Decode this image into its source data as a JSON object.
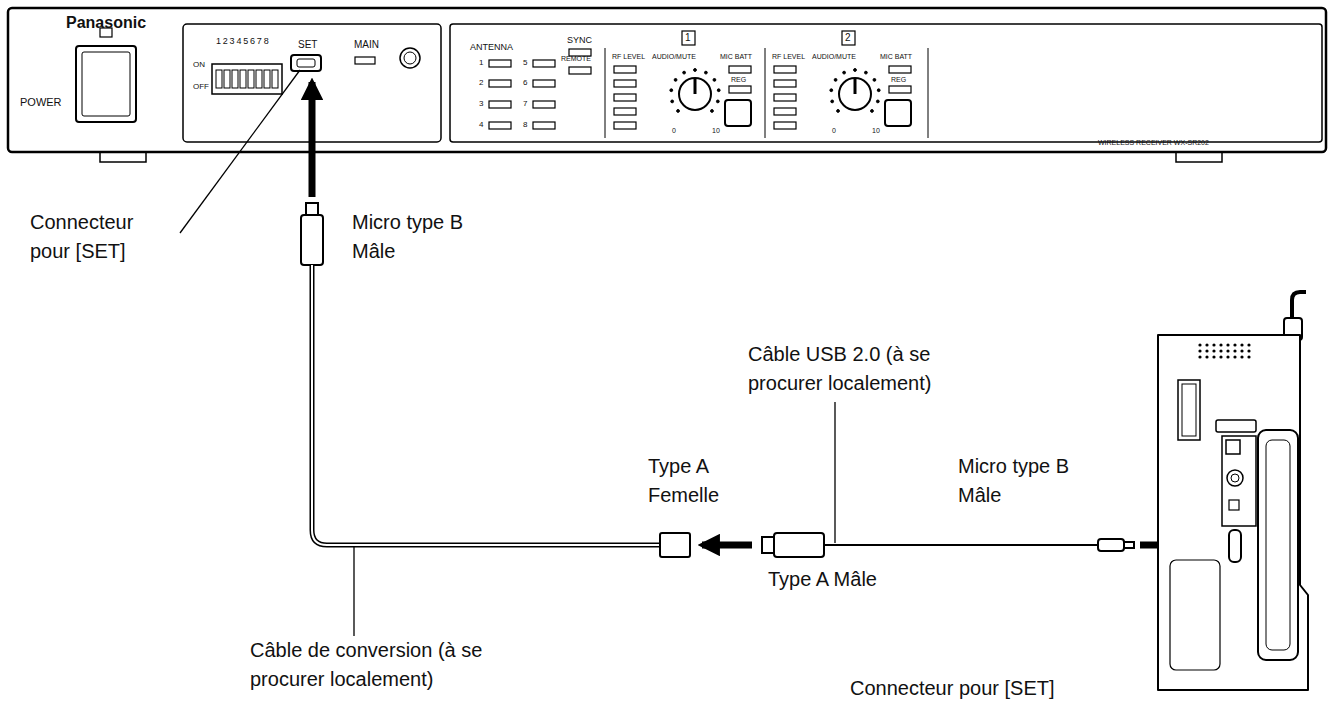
{
  "diagram": {
    "nodes": [
      {
        "text": [
          "Panasonic",
          "POWER",
          "12345678",
          "ON",
          "OFF",
          "SET",
          "MAIN",
          "ANTENNA",
          "SYNC",
          "REMOTE",
          "1",
          "5",
          "2",
          "6",
          "3",
          "7",
          "4",
          "8",
          "1",
          "RF LEVEL",
          "AUDIO/MUTE",
          "MIC BATT",
          "REG",
          "0",
          "10",
          "2",
          "RF LEVEL",
          "AUDIO/MUTE",
          "MIC BATT",
          "REG",
          "0",
          "10",
          "WIRELESS RECEIVER WX-SR202"
        ]
      }
    ],
    "labels": [
      "Connecteur pour [SET]",
      "Micro type B Mâle",
      "Câble USB 2.0 (à se procurer localement)",
      "Type A Femelle",
      "Micro type B Mâle",
      "Type A Mâle",
      "Câble de conversion (à se procurer localement)",
      "Connecteur pour [SET]"
    ]
  }
}
